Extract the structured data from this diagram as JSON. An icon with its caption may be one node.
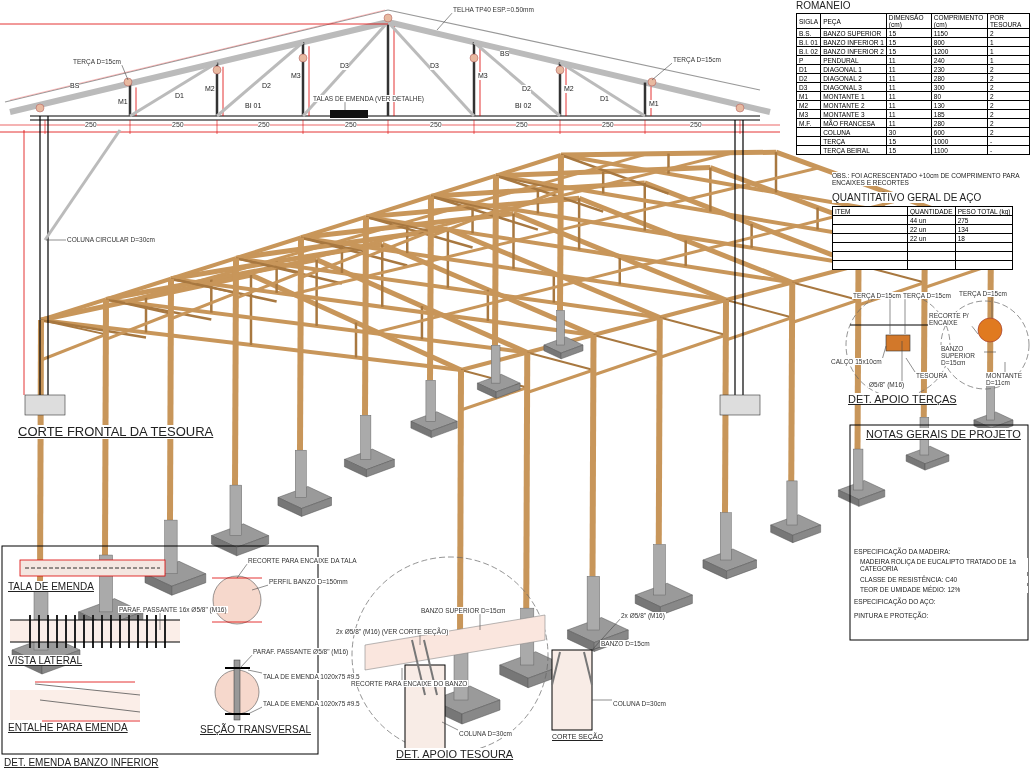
{
  "diagram": {
    "nodes": [
      {
        "text": [
          "TELHA TP40 ESP.=0.50mm"
        ]
      },
      {
        "text": [
          "TERÇA D=15cm"
        ]
      },
      {
        "text": [
          "TERÇA D=15cm"
        ]
      },
      {
        "text": [
          "COLUNA CIRCULAR D=30cm"
        ]
      },
      {
        "text": [
          "TALAS DE EMENDA (VER DETALHE)"
        ]
      },
      {
        "text": [
          "RECORTE PARA ENCAIXE DA TALA"
        ]
      },
      {
        "text": [
          "PERFIL BANZO D=150mm"
        ]
      },
      {
        "text": [
          "PARAF. PASSANTE Ø5/8\" (M16)"
        ]
      },
      {
        "text": [
          "TALA DE EMENDA 1020x75 #9.5"
        ]
      },
      {
        "text": [
          "TALA DE EMENDA 1020x75 #9.5"
        ]
      },
      {
        "text": [
          "BANZO SUPERIOR D=15cm"
        ]
      },
      {
        "text": [
          "RECORTE PARA ENCAIXE DO BANZO"
        ]
      },
      {
        "text": [
          "COLUNA D=30cm"
        ]
      },
      {
        "text": [
          "COLUNA D=30cm"
        ]
      },
      {
        "text": [
          "PARAF. PASSANTE 16x Ø5/8\" (M16)"
        ]
      },
      {
        "text": [
          "2x Ø5/8\" (M16) (VER CORTE SEÇÃO)"
        ]
      },
      {
        "text": [
          "2x Ø5/8\" (M16)"
        ]
      },
      {
        "text": [
          "BANZO D=15cm"
        ]
      },
      {
        "text": [
          "TERÇA D=15cm"
        ]
      },
      {
        "text": [
          "TERÇA D=15cm"
        ]
      },
      {
        "text": [
          "CALÇO 15x10cm"
        ]
      },
      {
        "text": [
          "Ø5/8\" (M16)"
        ]
      },
      {
        "text": [
          "TESOURA"
        ]
      },
      {
        "text": [
          "TERÇA D=15cm"
        ]
      },
      {
        "text": [
          "RECORTE P/ ENCAIXE"
        ]
      },
      {
        "text": [
          "BANZO SUPERIOR D=15cm"
        ]
      },
      {
        "text": [
          "MONTANTE D=11cm"
        ]
      },
      {
        "text": [],
        "shape": "picture"
      }
    ],
    "edges": [
      {
        "from": 0,
        "to": null,
        "arrow": "none"
      },
      {
        "from": 1,
        "to": null,
        "arrow": "none"
      },
      {
        "from": 2,
        "to": null,
        "arrow": "none"
      },
      {
        "from": 3,
        "to": null,
        "arrow": "none"
      },
      {
        "from": 4,
        "to": null,
        "arrow": "none"
      },
      {
        "from": 5,
        "to": null,
        "arrow": "none"
      },
      {
        "from": 6,
        "to": null,
        "arrow": "none"
      },
      {
        "from": 7,
        "to": null,
        "arrow": "none"
      },
      {
        "from": 8,
        "to": null,
        "arrow": "none"
      },
      {
        "from": 9,
        "to": null,
        "arrow": "none"
      },
      {
        "from": 10,
        "to": null,
        "arrow": "none"
      },
      {
        "from": 11,
        "to": null,
        "arrow": "none"
      },
      {
        "from": 12,
        "to": null,
        "arrow": "none"
      },
      {
        "from": 13,
        "to": 27,
        "arrow": "none"
      },
      {
        "from": 14,
        "to": null,
        "arrow": "none"
      },
      {
        "from": 15,
        "to": null,
        "arrow": "none"
      },
      {
        "from": 16,
        "to": 27,
        "arrow": "none"
      },
      {
        "from": 17,
        "to": 27,
        "arrow": "none"
      },
      {
        "from": 18,
        "to": null,
        "arrow": "none"
      },
      {
        "from": 19,
        "to": null,
        "arrow": "none"
      },
      {
        "from": 20,
        "to": null,
        "arrow": "none"
      },
      {
        "from": 21,
        "to": null,
        "arrow": "none"
      },
      {
        "from": 22,
        "to": null,
        "arrow": "none"
      },
      {
        "from": 23,
        "to": null,
        "arrow": "none"
      },
      {
        "from": 24,
        "to": null,
        "arrow": "none"
      },
      {
        "from": 25,
        "to": null,
        "arrow": "none"
      },
      {
        "from": 26,
        "to": null,
        "arrow": "none"
      }
    ],
    "labels": [
      "CORTE FRONTAL DA TESOURA",
      "BS",
      "M1",
      "D1",
      "M2",
      "BI 01",
      "D2",
      "M3",
      "D3",
      "D3",
      "M3",
      "BS",
      "BI 02",
      "D2",
      "M2",
      "D1",
      "M1",
      "250",
      "250",
      "250",
      "250",
      "250",
      "250",
      "250",
      "250",
      "ROMANEIO",
      "SIGLA",
      "PEÇA",
      "DIMENSÃO (cm)",
      "COMPRIMENTO (cm)",
      "POR TESOURA",
      "B.S.",
      "BANZO SUPERIOR",
      "15",
      "1150",
      "2",
      "B.I. 01",
      "BANZO INFERIOR 1",
      "15",
      "800",
      "1",
      "B.I. 02",
      "BANZO INFERIOR 2",
      "15",
      "1200",
      "1",
      "P",
      "PENDURAL",
      "11",
      "240",
      "1",
      "D1",
      "DIAGONAL 1",
      "11",
      "230",
      "2",
      "D2",
      "DIAGONAL 2",
      "11",
      "280",
      "2",
      "D3",
      "DIAGONAL 3",
      "11",
      "300",
      "2",
      "M1",
      "MONTANTE 1",
      "11",
      "80",
      "2",
      "M2",
      "MONTANTE 2",
      "11",
      "130",
      "2",
      "M3",
      "MONTANTE 3",
      "11",
      "185",
      "2",
      "M.F.",
      "MÃO FRANCESA",
      "11",
      "280",
      "2",
      "COLUNA",
      "30",
      "600",
      "2",
      "TERÇA",
      "15",
      "1000",
      "-",
      "TERÇA BEIRAL",
      "15",
      "1100",
      "-",
      "OBS.: FOI ACRESCENTADO +10cm DE COMPRIMENTO PARA ENCAIXES E RECORTES",
      "QUANTITATIVO GERAL DE AÇO",
      "ITEM",
      "QUANTIDADE",
      "PESO TOTAL (kg)",
      "44 un",
      "275",
      "22 un",
      "134",
      "22 un",
      "18",
      "DET. APOIO TERÇAS",
      "NOTAS GERAIS DE PROJETO",
      "ESPECIFICAÇÃO DA MADEIRA:",
      "MADEIRA ROLIÇA DE EUCALIPTO TRATADO DE 1a CATEGORIA",
      "CLASSE DE RESISTÊNCIA: C40",
      "TEOR DE UMIDADE MÉDIO: 12%",
      "ESPECIFICAÇÃO DO AÇO:",
      "PINTURA E PROTEÇÃO:",
      "TALA DE EMENDA",
      "VISTA LATERAL",
      "ENTALHE PARA EMENDA",
      "SEÇÃO TRANSVERSAL",
      "DET. EMENDA BANZO INFERIOR",
      "DET. APOIO TESOURA",
      "CORTE SEÇÃO"
    ]
  }
}
